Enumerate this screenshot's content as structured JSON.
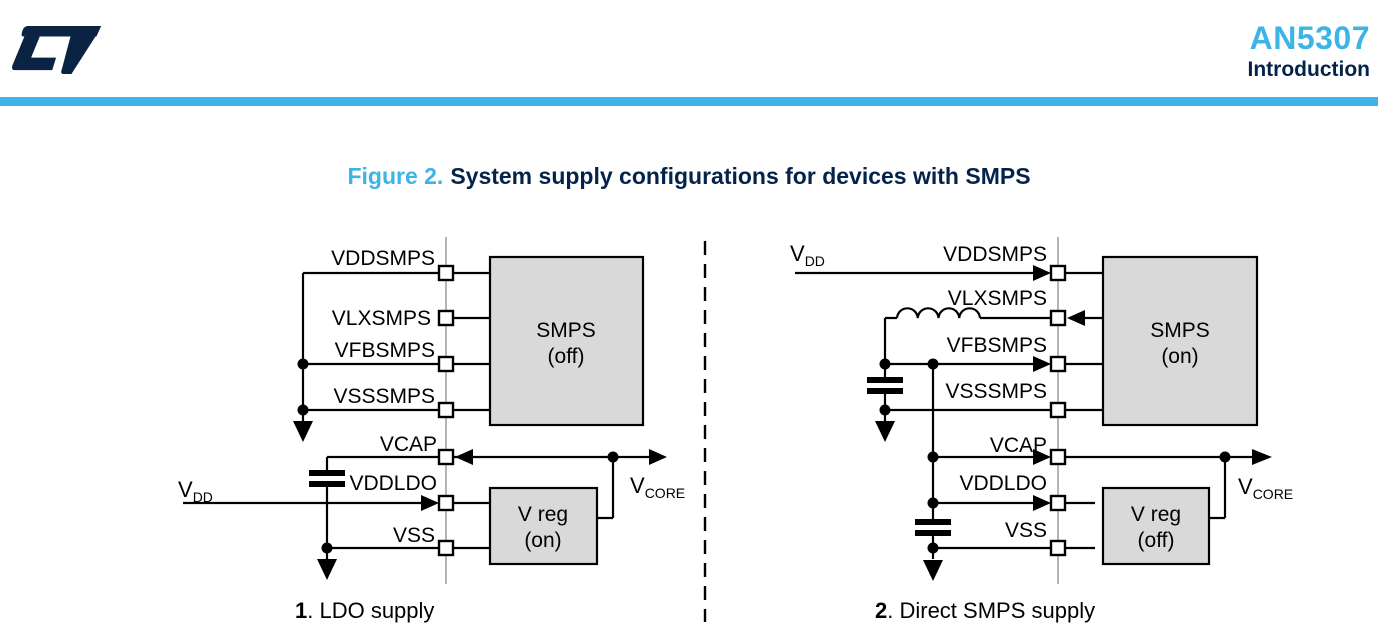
{
  "page": {
    "doc_id": "AN5307",
    "section": "Introduction",
    "logo": "st-logo",
    "accent_color": "#3CB4E6",
    "navy_color": "#03234B",
    "block_fill_color": "#D9D9D9"
  },
  "figure": {
    "label": "Figure 2.",
    "title": "System supply configurations for devices with SMPS"
  },
  "left": {
    "caption": {
      "num": "1",
      "rest": ". LDO supply"
    },
    "vdd": {
      "base": "V",
      "sub": "DD"
    },
    "vcore": {
      "base": "V",
      "sub": "CORE"
    },
    "pins": {
      "vddsmps": "VDDSMPS",
      "vlxsmps": "VLXSMPS",
      "vfbsmps": "VFBSMPS",
      "vsssmps": "VSSSMPS",
      "vcap": "VCAP",
      "vddldo": "VDDLDO",
      "vss": "VSS"
    },
    "smps": {
      "name": "SMPS",
      "state": "(off)"
    },
    "vreg": {
      "name": "V reg",
      "state": "(on)"
    }
  },
  "right": {
    "caption": {
      "num": "2",
      "rest": ". Direct SMPS supply"
    },
    "vdd": {
      "base": "V",
      "sub": "DD"
    },
    "vcore": {
      "base": "V",
      "sub": "CORE"
    },
    "pins": {
      "vddsmps": "VDDSMPS",
      "vlxsmps": "VLXSMPS",
      "vfbsmps": "VFBSMPS",
      "vsssmps": "VSSSMPS",
      "vcap": "VCAP",
      "vddldo": "VDDLDO",
      "vss": "VSS"
    },
    "smps": {
      "name": "SMPS",
      "state": "(on)"
    },
    "vreg": {
      "name": "V reg",
      "state": "(off)"
    }
  }
}
